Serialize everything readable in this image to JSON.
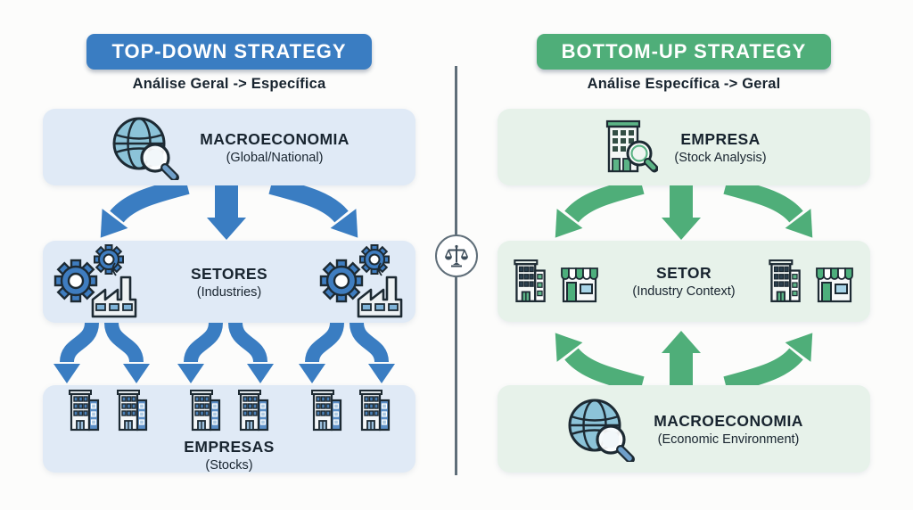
{
  "colors": {
    "blue": "#3a7dc2",
    "blue_box": "#e0eaf6",
    "green": "#4fae79",
    "green_box": "#e7f2ea",
    "text_dark": "#18242f",
    "divider": "#5f6e79"
  },
  "left_panel": {
    "badge": "TOP-DOWN STRATEGY",
    "subtitle": "Análise Geral -> Específica",
    "macro_box": {
      "title": "MACROECONOMIA",
      "subtitle": "(Global/National)",
      "icon": "globe-magnifier-icon"
    },
    "sectors_box": {
      "title": "SETORES",
      "subtitle": "(Industries)",
      "icon": "gears-factory-icon"
    },
    "companies_box": {
      "title": "EMPRESAS",
      "subtitle": "(Stocks)",
      "icon": "office-building-icon"
    }
  },
  "right_panel": {
    "badge": "BOTTOM-UP STRATEGY",
    "subtitle": "Análise Específica -> Geral",
    "company_box": {
      "title": "EMPRESA",
      "subtitle": "(Stock Analysis)",
      "icon": "building-magnifier-icon"
    },
    "sector_box": {
      "title": "SETOR",
      "subtitle": "(Industry Context)",
      "icons": [
        "office-building-icon",
        "storefront-icon"
      ]
    },
    "macro_box": {
      "title": "MACROECONOMIA",
      "subtitle": "(Economic Environment)",
      "icon": "globe-magnifier-icon"
    }
  },
  "divider": {
    "icon": "scales-icon"
  }
}
